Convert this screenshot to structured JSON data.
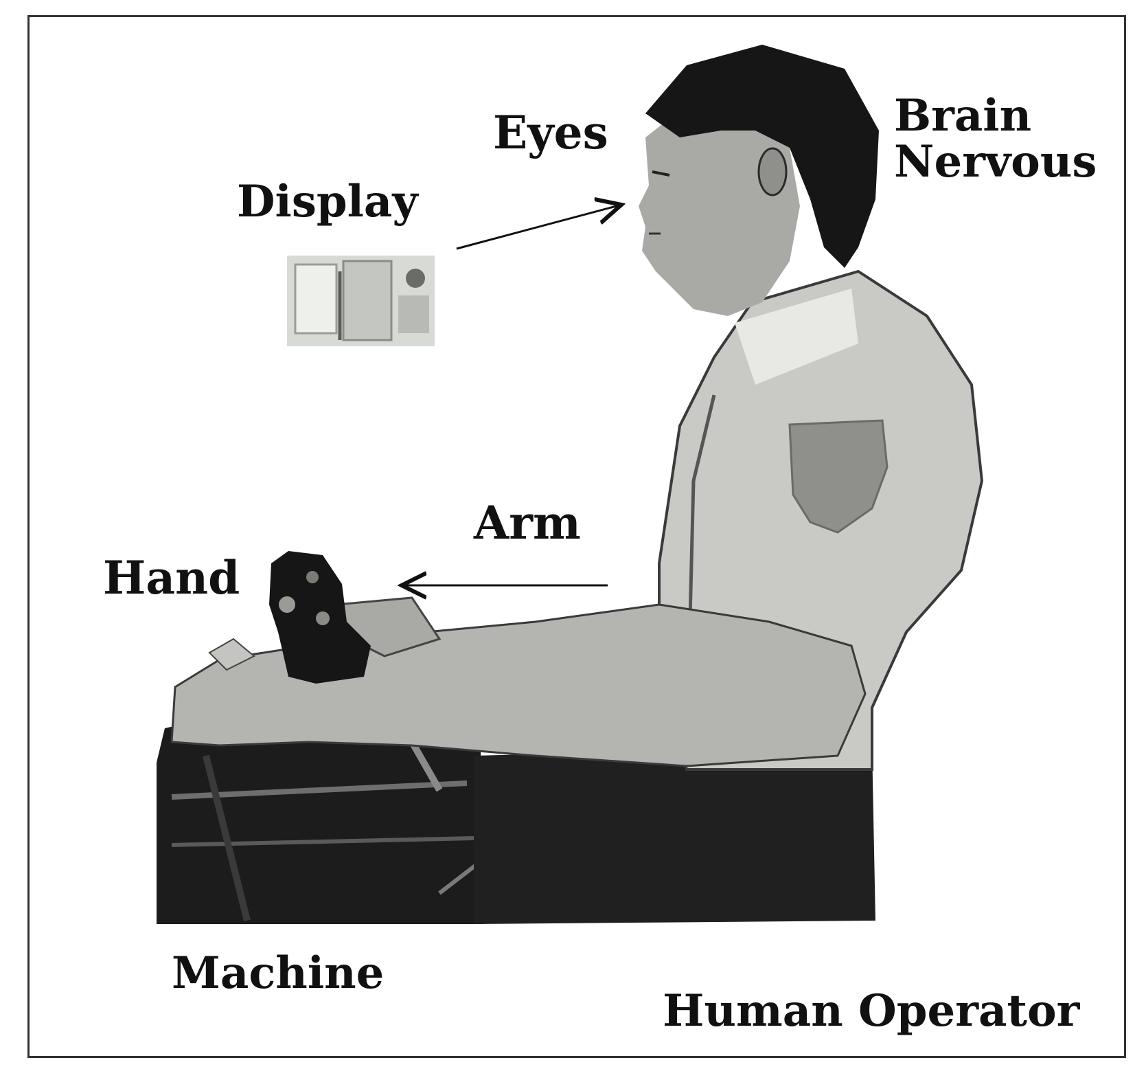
{
  "labels": {
    "eyes": "Eyes",
    "brain": "Brain",
    "nervous": "Nervous",
    "display": "Display",
    "arm": "Arm",
    "hand": "Hand",
    "machine": "Machine",
    "human_operator": "Human Operator"
  },
  "colors": {
    "ink": "#111111",
    "skin": "#a9aaa6",
    "shirt": "#c9cac6",
    "patch": "#8f8f8b",
    "dark": "#1c1c1c"
  }
}
